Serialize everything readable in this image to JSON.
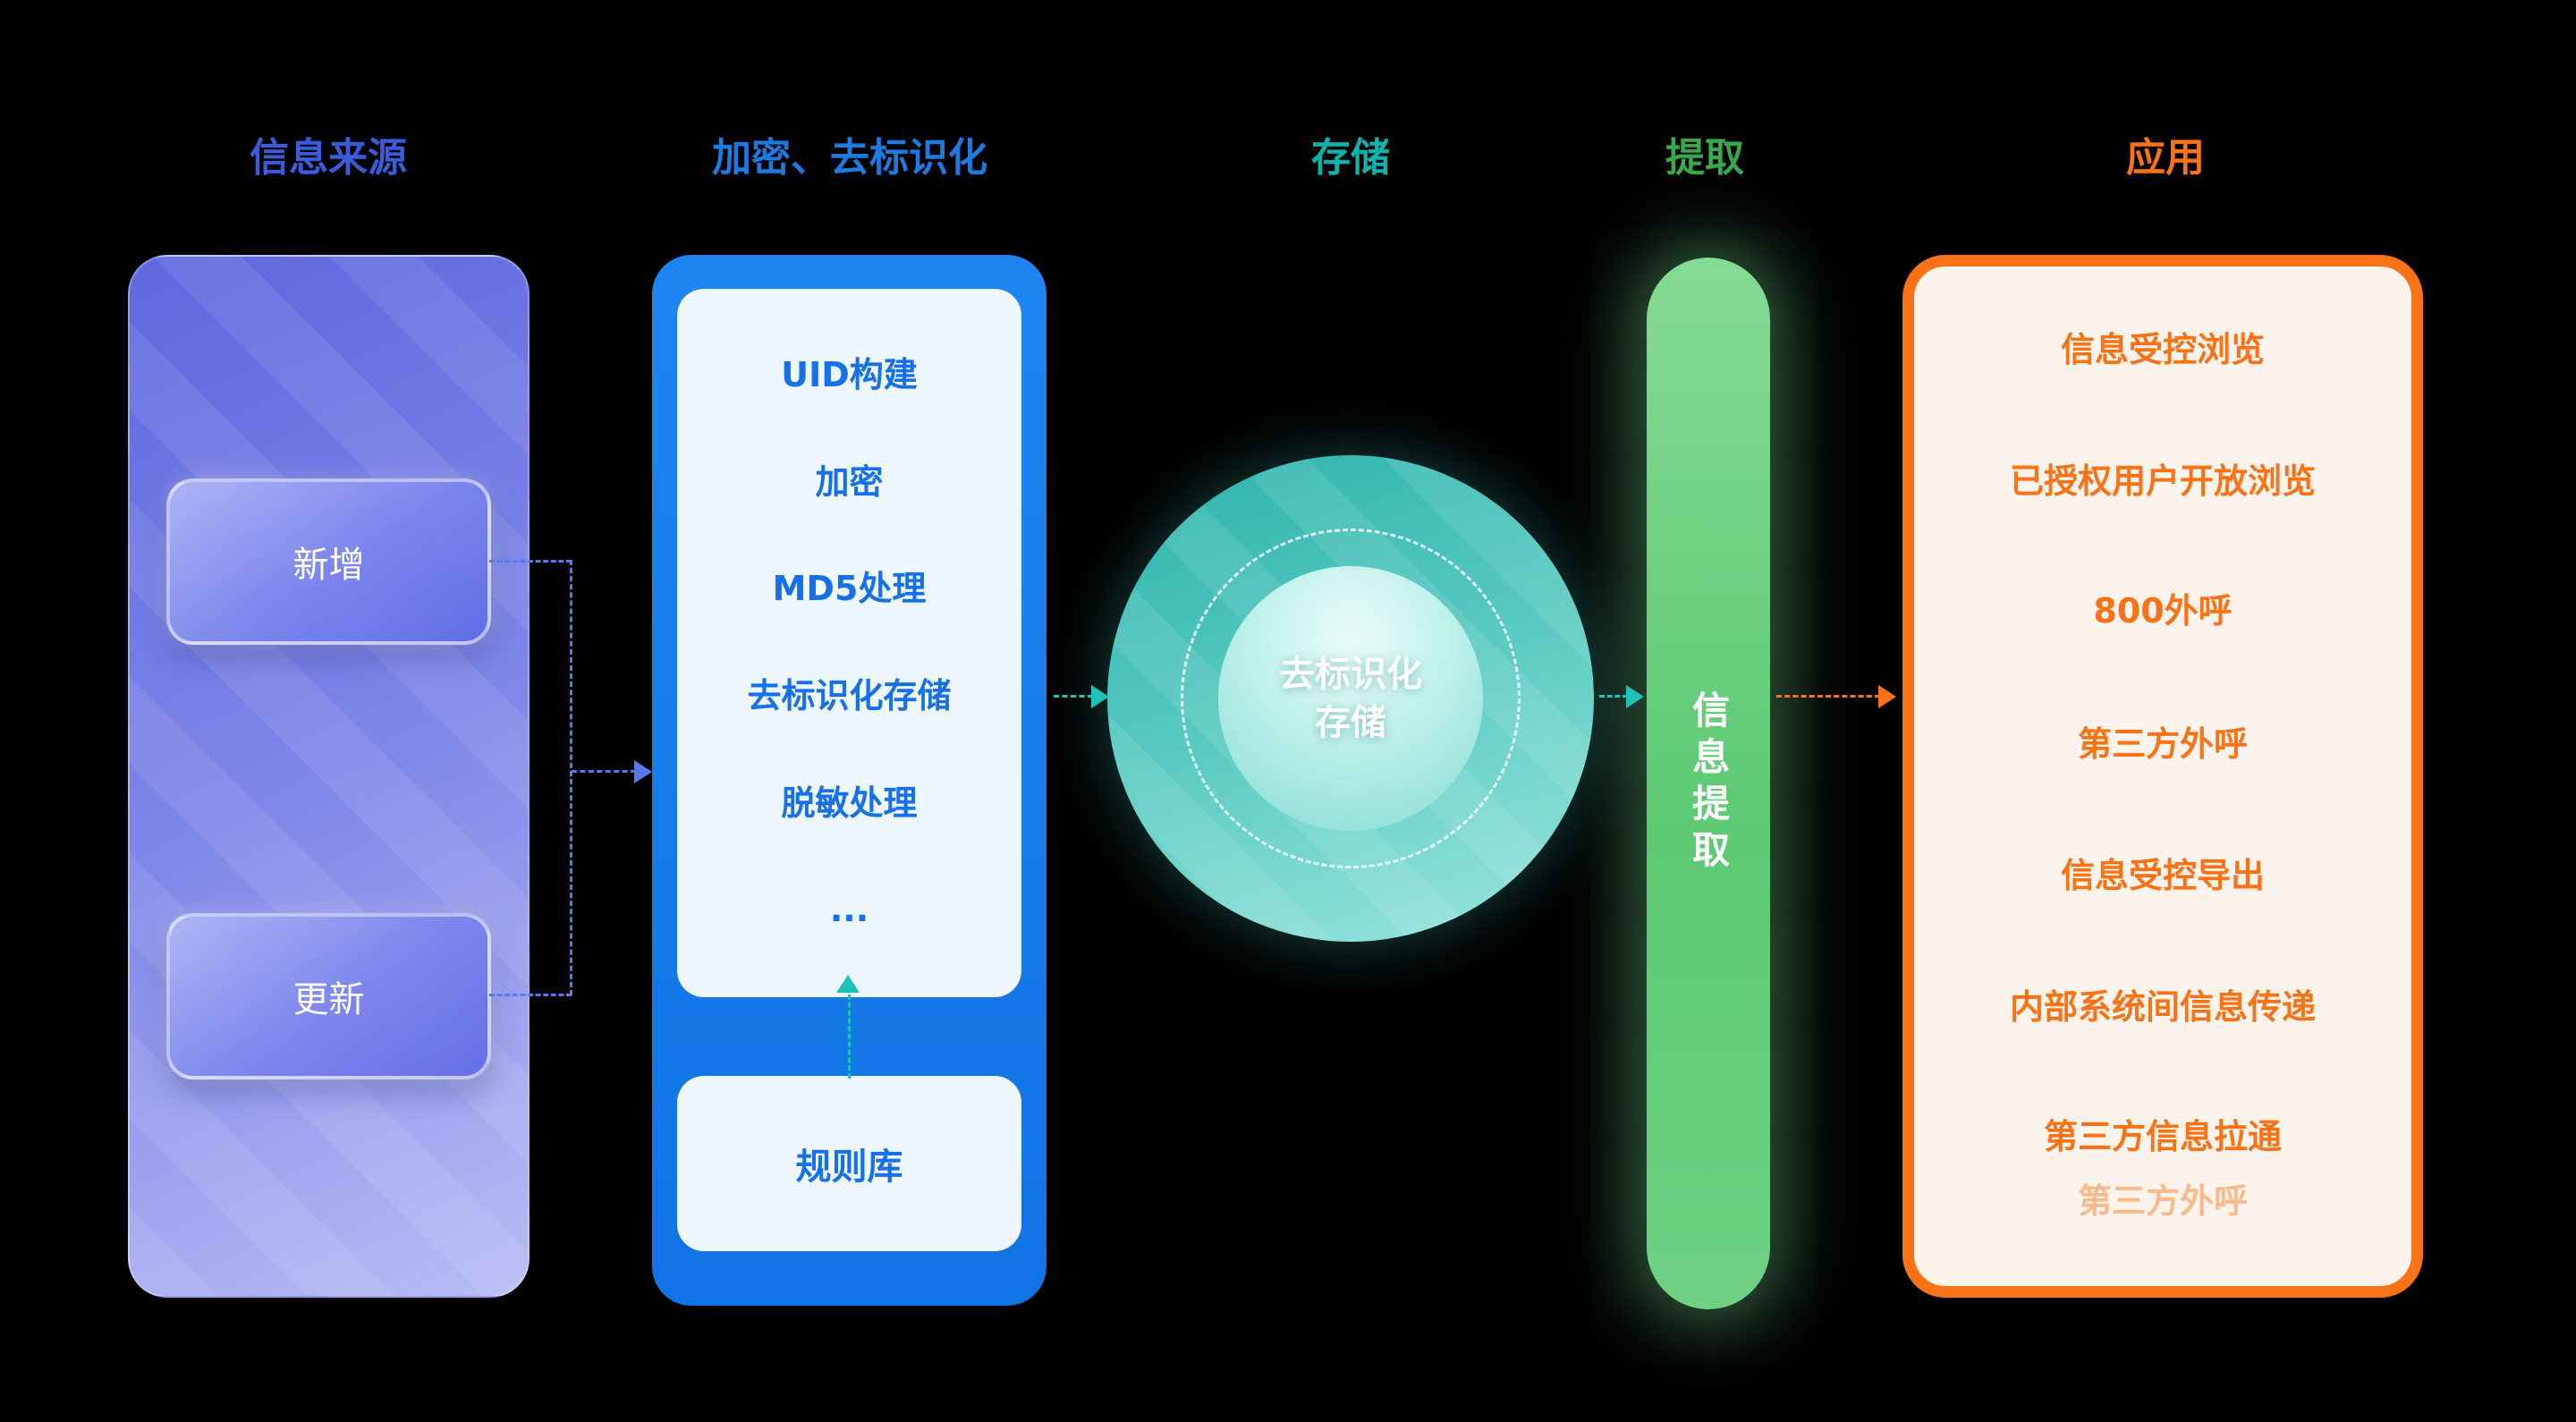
{
  "headers": [
    {
      "label": "信息来源",
      "color": "#3b5bdb"
    },
    {
      "label": "加密、去标识化",
      "color": "#1b7be0"
    },
    {
      "label": "存储",
      "color": "#0db4ad"
    },
    {
      "label": "提取",
      "color": "#37a94c"
    },
    {
      "label": "应用",
      "color": "#f97316"
    }
  ],
  "source": {
    "items": [
      {
        "label": "新增"
      },
      {
        "label": "更新"
      }
    ]
  },
  "encrypt": {
    "steps": [
      "UID构建",
      "加密",
      "MD5处理",
      "去标识化存储",
      "脱敏处理",
      "..."
    ],
    "rule_box_label": "规则库"
  },
  "storage": {
    "label_line1": "去标识化",
    "label_line2": "存储"
  },
  "extract": {
    "label": "信息提取"
  },
  "application": {
    "items": [
      "信息受控浏览",
      "已授权用户开放浏览",
      "800外呼",
      "第三方外呼",
      "信息受控导出",
      "内部系统间信息传递",
      "第三方信息拉通",
      "第三方外呼"
    ]
  },
  "colors": {
    "background": "#000000",
    "source_gradient_top": "#5f68de",
    "source_gradient_bottom": "#b8bcf4",
    "encrypt_box": "#1578e8",
    "storage_circle": "#55c8c0",
    "extract_bar": "#6bd07f",
    "app_border": "#f97316",
    "teal_arrow": "#1fc2b7",
    "blue_arrow": "#5b77ee",
    "orange_arrow": "#f97316"
  }
}
